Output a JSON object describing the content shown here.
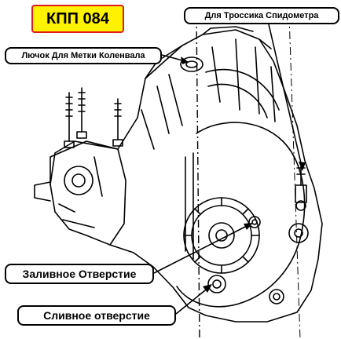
{
  "title": "КПП 084",
  "callouts": {
    "crank_hatch": "Лючок Для Метки Коленвала",
    "speedometer_cable": "Для Троссика Спидометра",
    "fill_hole": "Заливное Отверстие",
    "drain_hole": "Сливное отверстие"
  },
  "colors": {
    "title_background": "#fff200",
    "title_border": "#e01b1b",
    "line_art": "#000000",
    "callout_border": "#000000",
    "background": "#ffffff"
  }
}
